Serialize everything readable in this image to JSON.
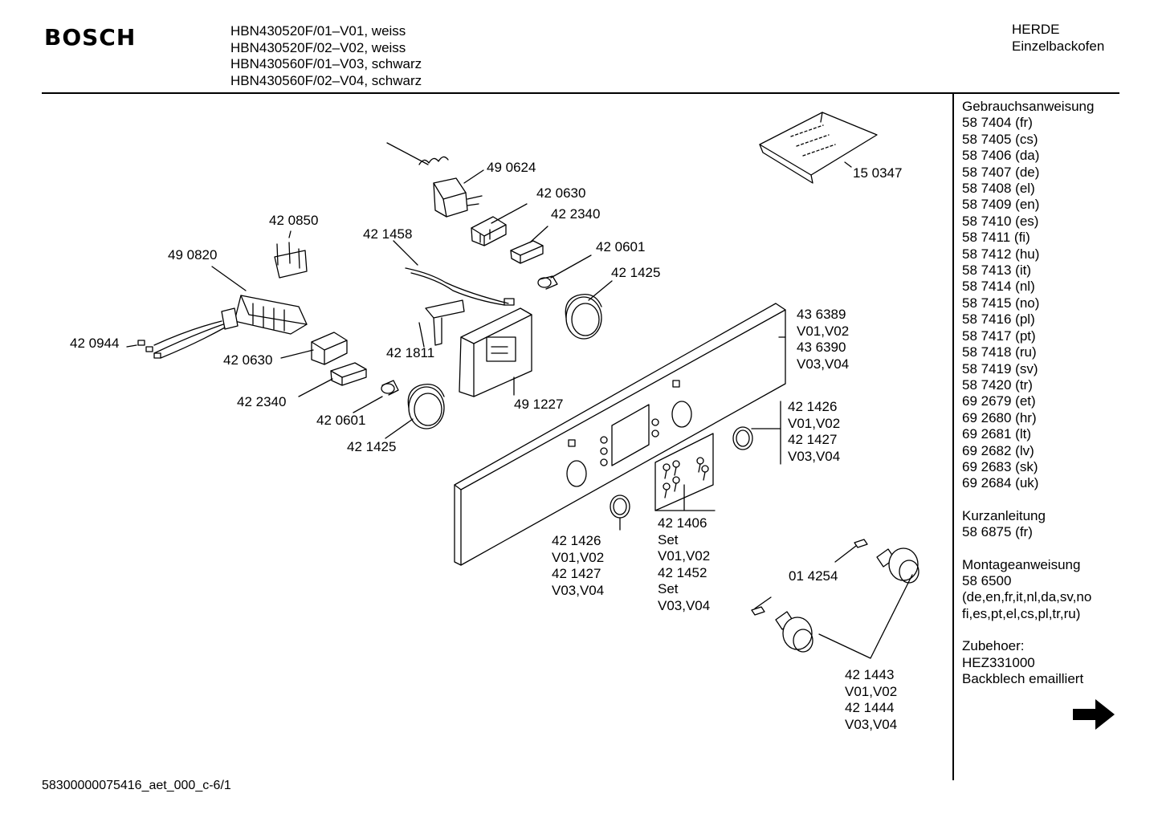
{
  "header": {
    "brand": "BOSCH",
    "models": [
      "HBN430520F/01–V01, weiss",
      "HBN430520F/02–V02, weiss",
      "HBN430560F/01–V03, schwarz",
      "HBN430560F/02–V04, schwarz"
    ],
    "category": "HERDE",
    "subcategory": "Einzelbackofen"
  },
  "sidebar": {
    "sections": [
      {
        "title": "Gebrauchsanweisung",
        "items": [
          "58 7404 (fr)",
          "58 7405 (cs)",
          "58 7406 (da)",
          "58 7407 (de)",
          "58 7408 (el)",
          "58 7409 (en)",
          "58 7410 (es)",
          "58 7411 (fi)",
          "58 7412 (hu)",
          "58 7413 (it)",
          "58 7414 (nl)",
          "58 7415 (no)",
          "58 7416 (pl)",
          "58 7417 (pt)",
          "58 7418 (ru)",
          "58 7419 (sv)",
          "58 7420 (tr)",
          "69 2679 (et)",
          "69 2680 (hr)",
          "69 2681 (lt)",
          "69 2682 (lv)",
          "69 2683 (sk)",
          "69 2684 (uk)"
        ]
      },
      {
        "title": "Kurzanleitung",
        "items": [
          "58 6875 (fr)"
        ]
      },
      {
        "title": "Montageanweisung",
        "items": [
          "58 6500",
          "(de,en,fr,it,nl,da,sv,no",
          "fi,es,pt,el,cs,pl,tr,ru)"
        ]
      },
      {
        "title": "Zubehoer:",
        "items": [
          "HEZ331000",
          "Backblech emailliert"
        ]
      }
    ],
    "next_icon": "right-arrow-icon"
  },
  "parts": [
    {
      "id": "p490624",
      "lines": [
        "49 0624"
      ]
    },
    {
      "id": "p420630a",
      "lines": [
        "42 0630"
      ]
    },
    {
      "id": "p422340a",
      "lines": [
        "42 2340"
      ]
    },
    {
      "id": "p420850",
      "lines": [
        "42 0850"
      ]
    },
    {
      "id": "p421458",
      "lines": [
        "42 1458"
      ]
    },
    {
      "id": "p490820",
      "lines": [
        "49 0820"
      ]
    },
    {
      "id": "p420601a",
      "lines": [
        "42 0601"
      ]
    },
    {
      "id": "p421425a",
      "lines": [
        "42 1425"
      ]
    },
    {
      "id": "p420944",
      "lines": [
        "42 0944"
      ]
    },
    {
      "id": "p421811",
      "lines": [
        "42 1811"
      ]
    },
    {
      "id": "p420630b",
      "lines": [
        "42 0630"
      ]
    },
    {
      "id": "p422340b",
      "lines": [
        "42 2340"
      ]
    },
    {
      "id": "p420601b",
      "lines": [
        "42 0601"
      ]
    },
    {
      "id": "p491227",
      "lines": [
        "49 1227"
      ]
    },
    {
      "id": "p421425b",
      "lines": [
        "42 1425"
      ]
    },
    {
      "id": "p150347",
      "lines": [
        "15 0347"
      ]
    },
    {
      "id": "p436389",
      "lines": [
        "43 6389",
        "V01,V02",
        "43 6390",
        "V03,V04"
      ]
    },
    {
      "id": "p421426a",
      "lines": [
        "42 1426",
        "V01,V02",
        "42 1427",
        "V03,V04"
      ]
    },
    {
      "id": "p421426b",
      "lines": [
        "42 1426",
        "V01,V02",
        "42 1427",
        "V03,V04"
      ]
    },
    {
      "id": "p421406",
      "lines": [
        "42 1406",
        "Set",
        "V01,V02",
        "42 1452",
        "Set",
        "V03,V04"
      ]
    },
    {
      "id": "p014254",
      "lines": [
        "01 4254"
      ]
    },
    {
      "id": "p421443",
      "lines": [
        "42 1443",
        "V01,V02",
        "42 1444",
        "V03,V04"
      ]
    }
  ],
  "footer": {
    "code": "58300000075416_aet_000_c-6/1"
  }
}
